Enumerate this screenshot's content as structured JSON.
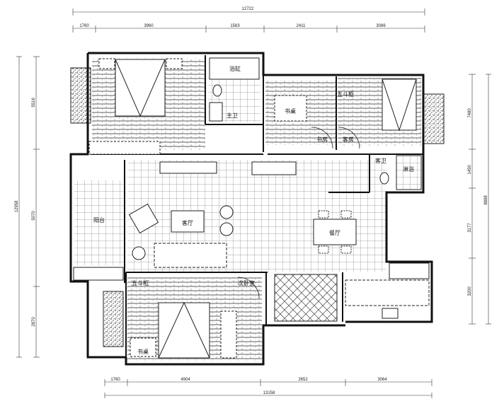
{
  "dimensions": {
    "top_total": "12722",
    "top_segments": [
      "1760",
      "3960",
      "1583",
      "2411",
      "3086"
    ],
    "bottom_total": "13158",
    "bottom_segments": [
      "1760",
      "4904",
      "2652",
      "3064"
    ],
    "left_total": "12958",
    "left_segments": [
      "5516",
      "5070",
      "2870"
    ],
    "right_total": "8888",
    "right_segments": [
      "7480",
      "1450",
      "3177",
      "3200"
    ]
  },
  "rooms": {
    "bathtub": "浴缸",
    "master_bath": "主卫",
    "study": "书房",
    "guest_room": "客房",
    "guest_bath": "客卫",
    "shower": "淋浴",
    "balcony": "阳台",
    "living_room": "客厅",
    "dining_room": "餐厅",
    "second_bedroom": "次卧室"
  },
  "furniture": {
    "desk_study": "书桌",
    "chest_guest": "五斗柜",
    "chest_second": "五斗柜",
    "desk_second": "书桌"
  }
}
